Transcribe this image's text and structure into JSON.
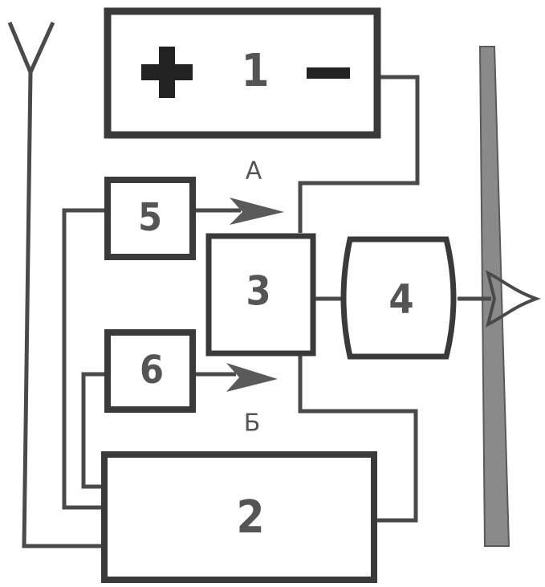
{
  "blocks": {
    "b1": {
      "label": "1"
    },
    "b2": {
      "label": "2"
    },
    "b3": {
      "label": "3"
    },
    "b4": {
      "label": "4"
    },
    "b5": {
      "label": "5"
    },
    "b6": {
      "label": "6"
    }
  },
  "signals": {
    "a": "А",
    "b": "Б"
  },
  "colors": {
    "ink": "#3a3a3a",
    "background": "#ffffff"
  }
}
